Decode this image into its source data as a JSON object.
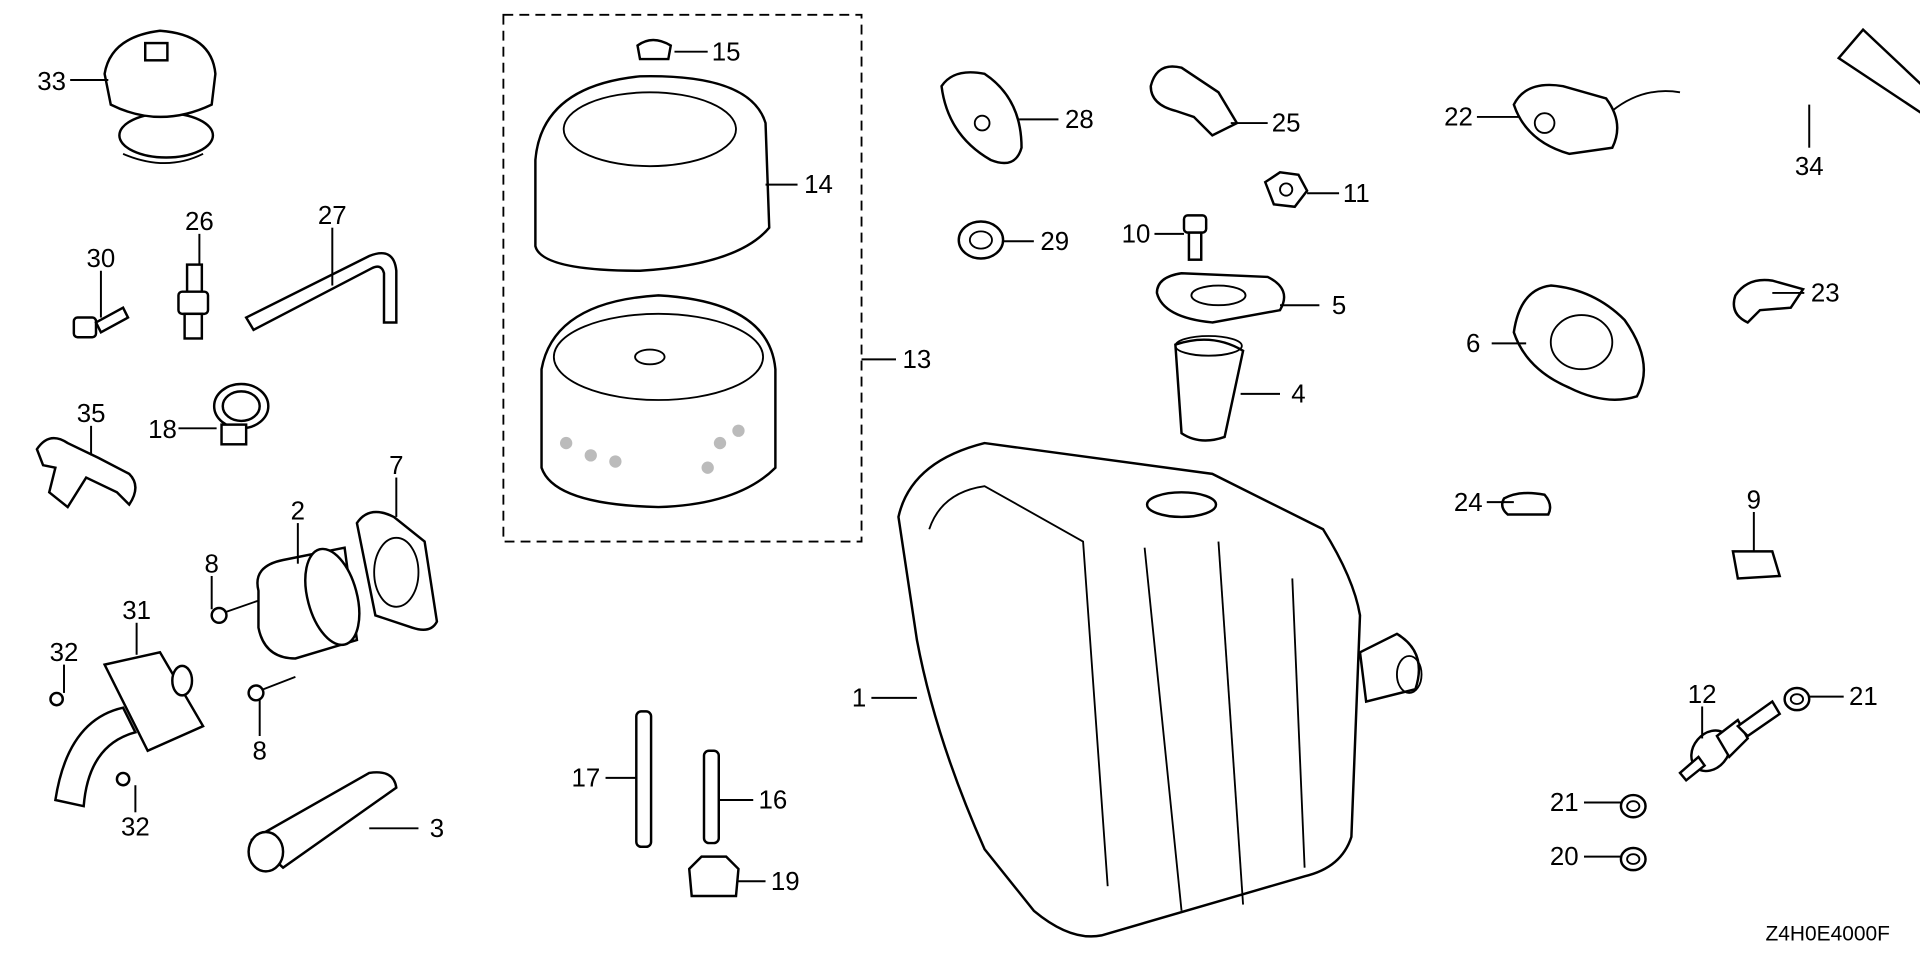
{
  "diagram": {
    "type": "exploded-parts-diagram",
    "figure_code": "Z4H0E4000F",
    "callouts": {
      "p1": "1",
      "p2": "2",
      "p3": "3",
      "p4": "4",
      "p5": "5",
      "p6": "6",
      "p7": "7",
      "p8a": "8",
      "p8b": "8",
      "p9": "9",
      "p10": "10",
      "p11": "11",
      "p12": "12",
      "p13": "13",
      "p14": "14",
      "p15": "15",
      "p16": "16",
      "p17": "17",
      "p18": "18",
      "p19": "19",
      "p20": "20",
      "p21a": "21",
      "p21b": "21",
      "p22": "22",
      "p23": "23",
      "p24": "24",
      "p25": "25",
      "p26": "26",
      "p27": "27",
      "p28": "28",
      "p29": "29",
      "p30": "30",
      "p31": "31",
      "p32a": "32",
      "p32b": "32",
      "p33": "33",
      "p34": "34",
      "p35": "35"
    }
  }
}
